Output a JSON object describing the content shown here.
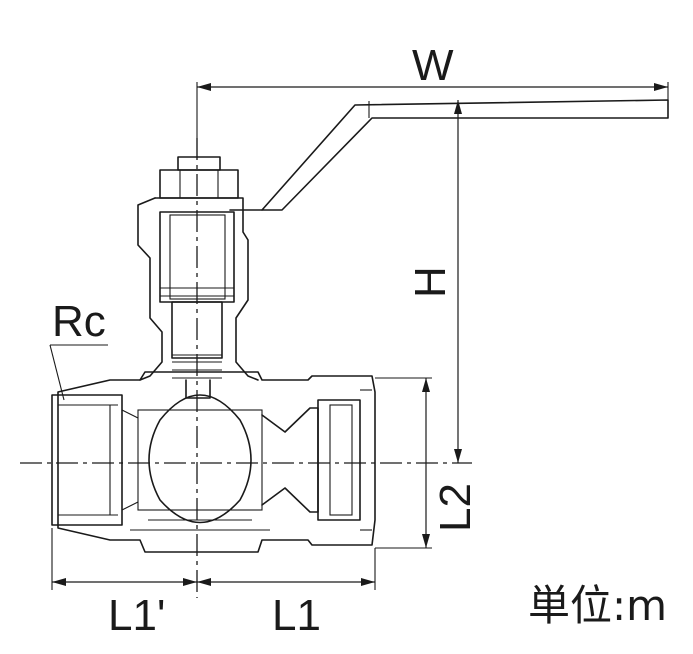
{
  "labels": {
    "width": "W",
    "height": "H",
    "l2": "L2",
    "l1_prime": "L1'",
    "l1": "L1",
    "thread": "Rc",
    "unit": "単位:m"
  }
}
